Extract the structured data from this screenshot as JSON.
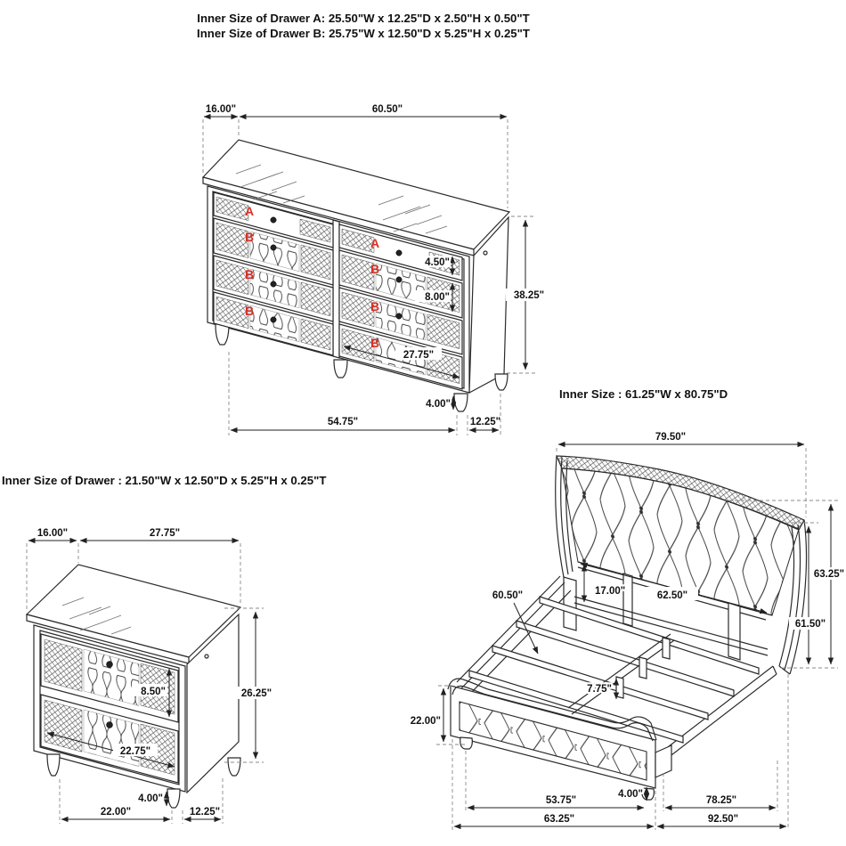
{
  "colors": {
    "accent_red": "#d93025",
    "line": "#2b2b2b",
    "background": "#ffffff"
  },
  "header": {
    "drawer_a": "Inner Size of Drawer A: 25.50\"W x 12.25\"D x 2.50\"H x 0.50\"T",
    "drawer_b": "Inner Size of Drawer B: 25.75\"W x 12.50\"D x 5.25\"H x 0.25\"T"
  },
  "dresser": {
    "drawer_letters": [
      "A",
      "B",
      "B",
      "B",
      "A",
      "B",
      "B",
      "B"
    ],
    "dims": {
      "top_depth": "16.00\"",
      "top_width": "60.50\"",
      "height": "38.25\"",
      "drawer_a_height": "4.50\"",
      "drawer_b_height": "8.00\"",
      "drawer_width": "27.75\"",
      "leg_height": "4.00\"",
      "bottom_width": "54.75\"",
      "bottom_depth": "12.25\""
    }
  },
  "nightstand": {
    "title": "Inner Size of Drawer : 21.50\"W x 12.50\"D x 5.25\"H x 0.25\"T",
    "dims": {
      "top_depth": "16.00\"",
      "top_width": "27.75\"",
      "drawer_height": "8.50\"",
      "height": "26.25\"",
      "drawer_width": "22.75\"",
      "leg_height": "4.00\"",
      "bottom_width": "22.00\"",
      "bottom_depth": "12.25\""
    }
  },
  "bed": {
    "title": "Inner Size : 61.25\"W x 80.75\"D",
    "dims": {
      "headboard_width": "79.50\"",
      "panel_gap": "17.00\"",
      "inner_width": "62.50\"",
      "slat_width": "60.50\"",
      "overall_height": "63.25\"",
      "headboard_height": "61.50\"",
      "support_height": "7.75\"",
      "footboard_height": "22.00\"",
      "leg_height": "4.00\"",
      "footboard_inner": "53.75\"",
      "rail_length": "78.25\"",
      "footboard_width": "63.25\"",
      "overall_length": "92.50\""
    }
  }
}
